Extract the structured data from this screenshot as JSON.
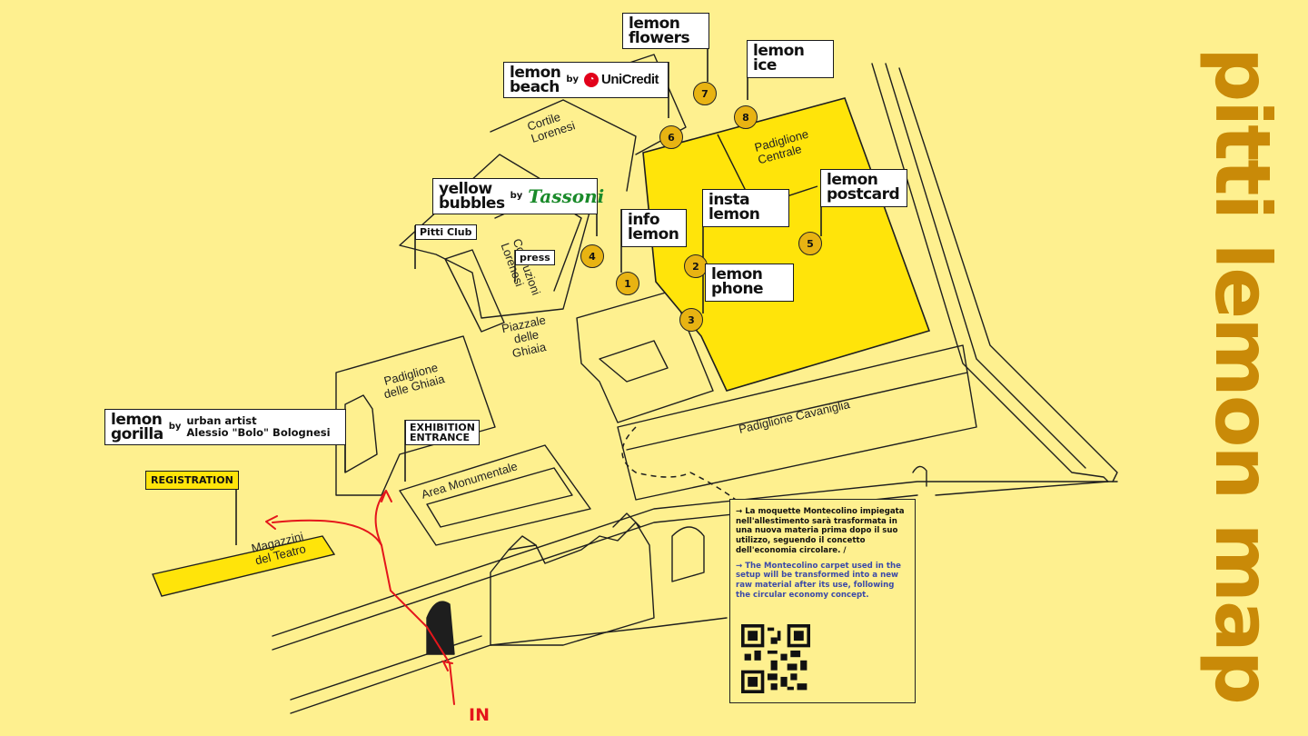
{
  "title": "pitti lemon map",
  "areas": {
    "cortile_lorenesi": "Cortile\nLorenesi",
    "padiglione_centrale": "Padiglione\nCentrale",
    "pitti_club": "Pitti Club",
    "costruzioni_lorenesi": "Costruzioni\nLorenesi",
    "press": "press",
    "piazzale": "Piazzale\ndelle\nGhiaia",
    "padiglione_ghiaia": "Padiglione\ndelle Ghiaia",
    "padiglione_cavaniglia": "Padiglione Cavaniglia",
    "area_monumentale": "Area Monumentale",
    "magazzini": "Magazzini\ndel Teatro",
    "registration": "REGISTRATION",
    "exhibition_entrance": "EXHIBITION\nENTRANCE",
    "in": "IN"
  },
  "signs": {
    "lemon_flowers": "lemon\nflowers",
    "lemon_ice": "lemon\nice",
    "lemon_beach": "lemon\nbeach",
    "lemon_beach_by": "by",
    "unicredit": "UniCredit",
    "yellow_bubbles": "yellow\nbubbles",
    "yellow_bubbles_by": "by",
    "tassoni": "Tassoni",
    "info_lemon": "info\nlemon",
    "insta_lemon": "insta\nlemon",
    "lemon_postcard": "lemon\npostcard",
    "lemon_phone": "lemon\nphone",
    "lemon_gorilla": "lemon\ngorilla",
    "lemon_gorilla_by": "by",
    "gorilla_artist": "urban artist\nAlessio \"Bolo\" Bolognesi"
  },
  "pins": [
    {
      "n": "1"
    },
    {
      "n": "2"
    },
    {
      "n": "3"
    },
    {
      "n": "4"
    },
    {
      "n": "5"
    },
    {
      "n": "6"
    },
    {
      "n": "7"
    },
    {
      "n": "8"
    }
  ],
  "note": {
    "it": "→ La moquette Montecolino impiegata nell'allestimento sarà trasformata in una nuova materia prima dopo il suo utilizzo, seguendo il concetto dell'economia circolare. /",
    "en": "→ The Montecolino carpet used in the setup will be transformed into a new raw material after its use, following the circular economy concept."
  },
  "colors": {
    "background": "#FEF08F",
    "pavilion": "#FFE40A",
    "title": "#C98A08",
    "pin": "#E8B312",
    "route": "#E4161B",
    "english_note": "#3B4AA8"
  }
}
